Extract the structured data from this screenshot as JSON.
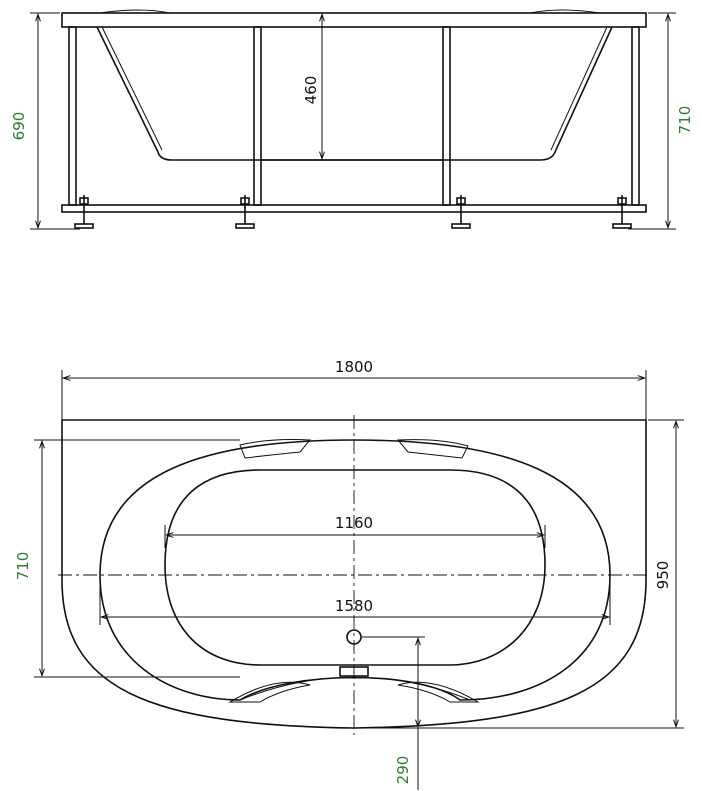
{
  "colors": {
    "line": "#111111",
    "dimension_text": "#111111",
    "side_dimension_text": "#2e7d32"
  },
  "side_view": {
    "overall_height_label": "690",
    "rim_height_label": "710",
    "inner_depth_label": "460"
  },
  "top_view": {
    "length_label": "1800",
    "width_label": "950",
    "inner_width_label": "710",
    "bowl_length_label": "1580",
    "floor_length_label": "1160",
    "drain_offset_label": "290"
  }
}
